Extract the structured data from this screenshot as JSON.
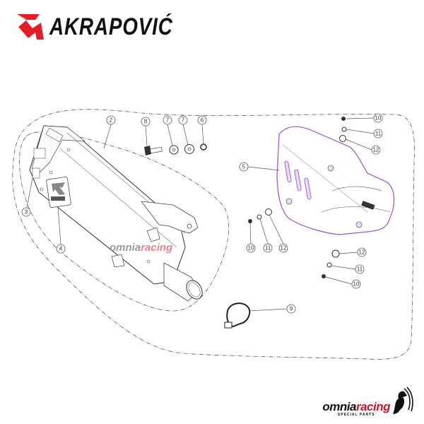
{
  "header": {
    "brand_name": "AKRAPOVIĆ",
    "logo_icon": "akrapovic-logo-icon",
    "brand_color": "#e31e24"
  },
  "diagram": {
    "watermark": {
      "part1": "omnia",
      "part2": "racing"
    },
    "callouts": [
      "2",
      "8",
      "7",
      "7",
      "6",
      "3",
      "4",
      "5",
      "10",
      "11",
      "12",
      "10",
      "11",
      "12",
      "12",
      "11",
      "10",
      "9"
    ],
    "heat_shield_color": "#9b4fd0"
  },
  "footer": {
    "brand_part1": "omnia",
    "brand_part2": "racing",
    "tagline": "SPECIAL PARTS",
    "accent_color": "#d2142a"
  }
}
